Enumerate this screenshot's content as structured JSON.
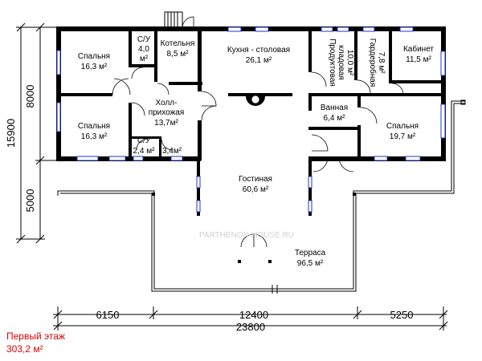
{
  "rooms": {
    "bedroom1": {
      "name": "Спальня",
      "area": "16,3 м²"
    },
    "wc1": {
      "name": "С/У",
      "area1": "4,0",
      "area2": "м²"
    },
    "boiler": {
      "name": "Котельня",
      "area": "8,5 м²"
    },
    "kitchen": {
      "name": "Кухня - столовая",
      "area": "26,1 м²"
    },
    "pantry": {
      "name": "Продуктовая",
      "name2": "кладовая",
      "area": "10,0 м²"
    },
    "wardrobe": {
      "name": "Гардеробная",
      "area": "7,8 м²"
    },
    "office": {
      "name": "Кабинет",
      "area": "11,5 м²"
    },
    "hall": {
      "name": "Холл-",
      "name2": "прихожая",
      "area": "13,7м²"
    },
    "bedroom2": {
      "name": "Спальня",
      "area": "16,3 м²"
    },
    "bathroom": {
      "name": "Ванная",
      "area": "6,4 м²"
    },
    "bedroom3": {
      "name": "Спальня",
      "area": "19,7 м²"
    },
    "wc2": {
      "name": "С/У",
      "area": "2,4 м²"
    },
    "small": {
      "area": "3,4м²"
    },
    "living": {
      "name": "Гостиная",
      "area": "60,6 м²"
    },
    "terrace": {
      "name": "Терраса",
      "area": "96,5 м²"
    }
  },
  "dimensions": {
    "left_total": "15900",
    "left_upper": "8000",
    "left_lower": "5000",
    "bottom_seg1": "6150",
    "bottom_seg2": "12400",
    "bottom_seg3": "5250",
    "bottom_total": "23800"
  },
  "watermark": "PARTHENON-HOUSE.RU",
  "caption": {
    "line1": "Первый этаж",
    "line2": "303,2 м²"
  }
}
